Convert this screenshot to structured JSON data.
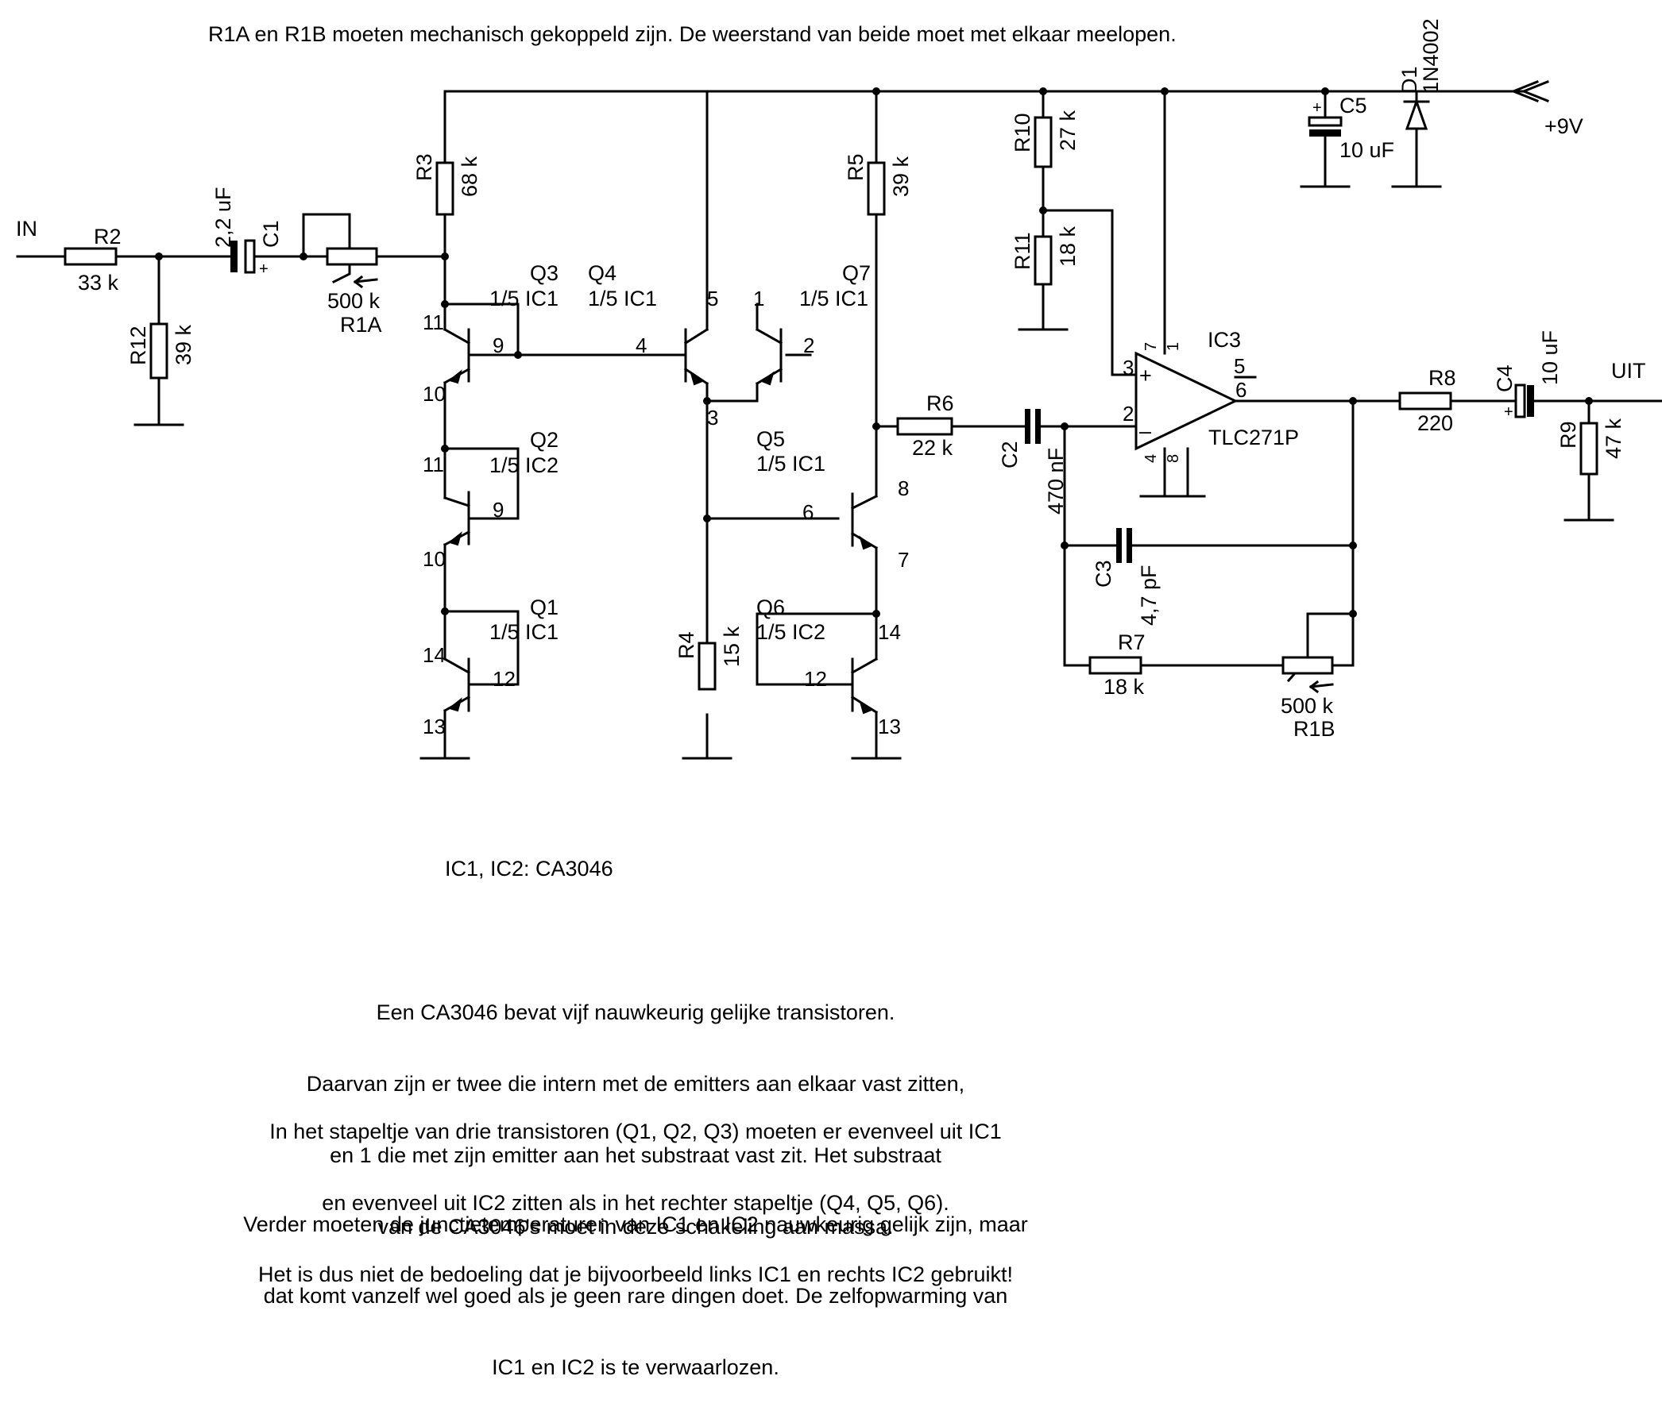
{
  "notes": {
    "top": "R1A en R1B moeten mechanisch gekoppeld zijn. De weerstand van beide moet met elkaar meelopen.",
    "ic_types": "IC1, IC2: CA3046",
    "paragraph1": [
      "Een CA3046 bevat vijf nauwkeurig gelijke transistoren.",
      "Daarvan zijn er twee die intern met de emitters aan elkaar vast zitten,",
      "en 1 die met zijn emitter aan het substraat vast zit. Het substraat",
      "van de CA3046's moet in deze schakeling aan massa."
    ],
    "paragraph2": [
      "In het stapeltje van drie transistoren (Q1, Q2, Q3) moeten er evenveel uit IC1",
      "en evenveel uit IC2 zitten als in het rechter stapeltje (Q4, Q5, Q6).",
      "Het is dus niet de bedoeling dat je bijvoorbeeld links IC1 en rechts IC2 gebruikt!"
    ],
    "paragraph3": [
      "Verder moeten de junctietemperaturen van IC1 en IC2 nauwkeurig gelijk zijn, maar",
      "dat komt vanzelf wel goed als je geen rare dingen doet. De zelfopwarming van",
      "IC1 en IC2 is te verwaarlozen."
    ]
  },
  "ports": {
    "in": "IN",
    "out": "UIT",
    "supply": "+9V"
  },
  "components": {
    "R1A": {
      "ref": "R1A",
      "value": "500 k"
    },
    "R1B": {
      "ref": "R1B",
      "value": "500 k"
    },
    "R2": {
      "ref": "R2",
      "value": "33 k"
    },
    "R3": {
      "ref": "R3",
      "value": "68 k"
    },
    "R4": {
      "ref": "R4",
      "value": "15 k"
    },
    "R5": {
      "ref": "R5",
      "value": "39 k"
    },
    "R6": {
      "ref": "R6",
      "value": "22 k"
    },
    "R7": {
      "ref": "R7",
      "value": "18 k"
    },
    "R8": {
      "ref": "R8",
      "value": "220"
    },
    "R9": {
      "ref": "R9",
      "value": "47 k"
    },
    "R10": {
      "ref": "R10",
      "value": "27 k"
    },
    "R11": {
      "ref": "R11",
      "value": "18 k"
    },
    "R12": {
      "ref": "R12",
      "value": "39 k"
    },
    "C1": {
      "ref": "C1",
      "value": "2,2 uF"
    },
    "C2": {
      "ref": "C2",
      "value": "470 nF"
    },
    "C3": {
      "ref": "C3",
      "value": "4,7 pF"
    },
    "C4": {
      "ref": "C4",
      "value": "10 uF"
    },
    "C5": {
      "ref": "C5",
      "value": "10 uF"
    },
    "D1": {
      "ref": "D1",
      "value": "1N4002"
    },
    "IC3": {
      "ref": "IC3",
      "value": "TLC271P"
    },
    "Q1": {
      "ref": "Q1",
      "part": "1/5 IC1"
    },
    "Q2": {
      "ref": "Q2",
      "part": "1/5 IC2"
    },
    "Q3": {
      "ref": "Q3",
      "part": "1/5 IC1"
    },
    "Q4": {
      "ref": "Q4",
      "part": "1/5 IC1"
    },
    "Q5": {
      "ref": "Q5",
      "part": "1/5 IC1"
    },
    "Q6": {
      "ref": "Q6",
      "part": "1/5 IC2"
    },
    "Q7": {
      "ref": "Q7",
      "part": "1/5 IC1"
    }
  },
  "pins": {
    "q3_c": "11",
    "q3_b": "9",
    "q3_e": "10",
    "q2_c": "11",
    "q2_b": "9",
    "q2_e": "10",
    "q1_c": "14",
    "q1_b": "12",
    "q1_e": "13",
    "q4_b": "4",
    "q4_c": "5",
    "q45_e": "3",
    "q7_c": "1",
    "q7_b": "2",
    "q5_b": "6",
    "q5_c": "8",
    "q5_e": "7",
    "q6_c": "14",
    "q6_b": "12",
    "q6_e": "13",
    "op_in_plus": "3",
    "op_in_minus": "2",
    "op_out": "6",
    "op_7": "7",
    "op_1": "1",
    "op_4": "4",
    "op_8": "8",
    "op_5": "5",
    "plus_sign": "+",
    "minus_sign": "–",
    "cap_plus": "+"
  }
}
